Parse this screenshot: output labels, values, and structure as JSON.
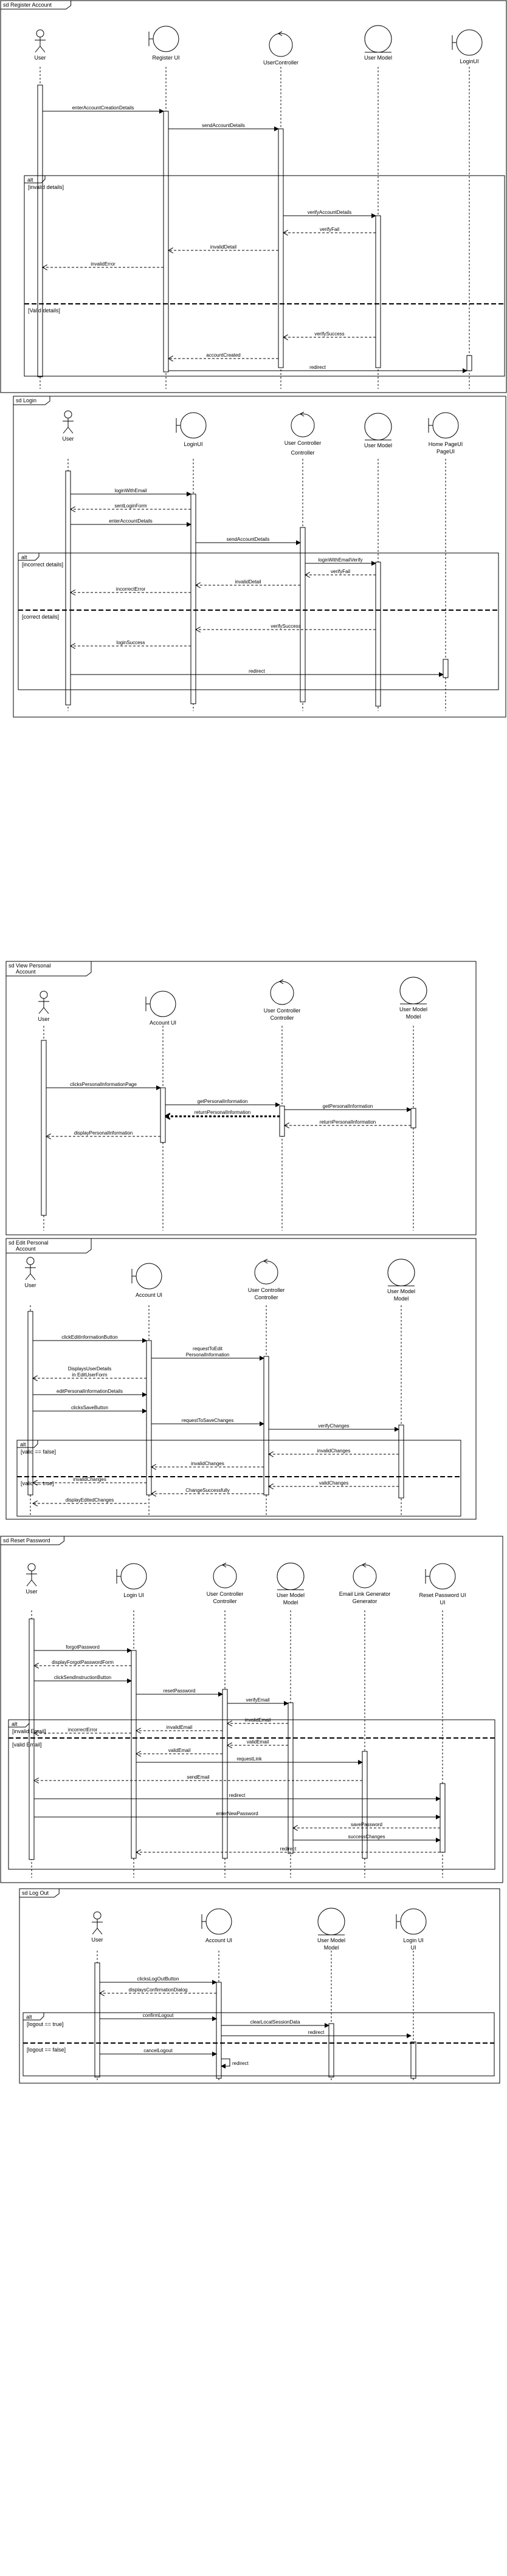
{
  "diagrams": [
    {
      "title": "Register Account",
      "lifelines": [
        "User",
        "Register UI",
        "UserController",
        "User Model",
        "LoginUI"
      ],
      "fragment": "alt",
      "guards": [
        "[invalid details]",
        "[Valid details]"
      ],
      "messages": [
        "enterAccountCreationDetails",
        "sendAccountDetails",
        "verifyAccountDetails",
        "verifyFail",
        "invalidDetail",
        "invalidError",
        "verifySuccess",
        "accountCreated",
        "redirect"
      ]
    },
    {
      "title": "Login",
      "lifelines": [
        "User",
        "LoginUI",
        "User Controller",
        "User Model",
        "Home PageUI"
      ],
      "fragment": "alt",
      "guards": [
        "[incorrect details]",
        "[correct details]"
      ],
      "messages": [
        "loginWithEmail",
        "sentLoginForm",
        "enterAccountDetails",
        "sendAccountDetails",
        "loginWithEmailVerify",
        "verifyFail",
        "invalidDetail",
        "incorrectError",
        "verifySuccess",
        "loginSuccess",
        "redirect"
      ]
    },
    {
      "title": "View Personal Account",
      "lifelines": [
        "User",
        "Account UI",
        "User Controller",
        "User Model"
      ],
      "messages": [
        "clicksPersonalInformationPage",
        "getPersonalInformation",
        "getPersonalInformation",
        "returnPersonalInformation",
        "returnPersonalInformation",
        "displayPersonalInformation"
      ]
    },
    {
      "title": "Edit Personal Account",
      "lifelines": [
        "User",
        "Account UI",
        "User Controller",
        "User Model"
      ],
      "fragment": "alt",
      "guards": [
        "[valid == false]",
        "[valid == true]"
      ],
      "messages": [
        "clickEditInformationButton",
        "requestToEdit PersonalInformation",
        "DisplaysUserDetails in EditUserForm",
        "editPersonalInformationDetails",
        "clicksSaveButton",
        "requestToSaveChanges",
        "verifyChanges",
        "invalidChanges",
        "invalidChanges",
        "invalidChanges",
        "validChanges",
        "ChangeSuccessfully",
        "displayEditedChanges"
      ]
    },
    {
      "title": "Reset Password",
      "lifelines": [
        "User",
        "Login UI",
        "User Controller",
        "User Model",
        "Email Link Generator",
        "Reset Password UI"
      ],
      "fragment": "alt",
      "guards": [
        "[invalid Email]",
        "[valid Email]"
      ],
      "messages": [
        "forgotPassword",
        "displayForgotPasswordForm",
        "clickSendInstructionButton",
        "resetPassword",
        "verifyEmail",
        "invalidEmail",
        "invalidEmail",
        "incorrectError",
        "validEmail",
        "validEmail",
        "requestLink",
        "sendEmail",
        "redirect",
        "enterNewPassword",
        "savePassword",
        "successChanges",
        "redirect"
      ]
    },
    {
      "title": "Log Out",
      "lifelines": [
        "User",
        "Account UI",
        "User Model",
        "Login UI"
      ],
      "fragment": "alt",
      "guards": [
        "[logout == true]",
        "[logout == false]"
      ],
      "messages": [
        "clicksLogOutButton",
        "displaysConfirmationDialog",
        "confirmLogout",
        "clearLocalSessionData",
        "redirect",
        "cancelLogout",
        "redirect"
      ]
    }
  ]
}
